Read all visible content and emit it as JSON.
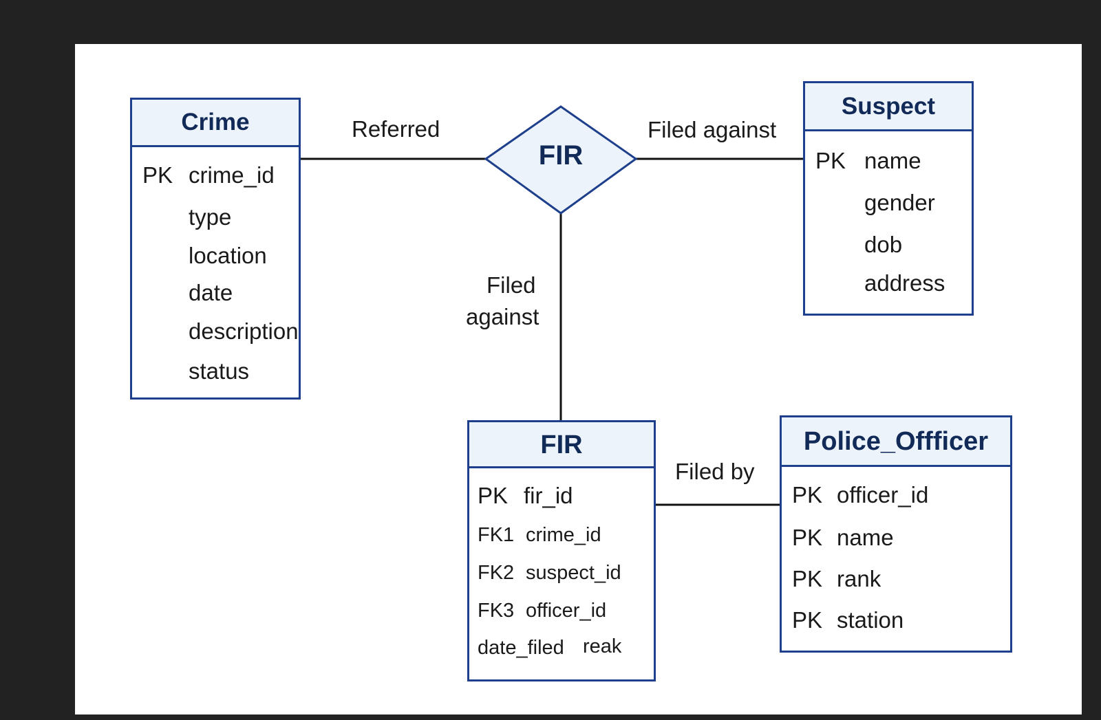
{
  "diagram": {
    "relationship": {
      "name": "FIR",
      "labels": {
        "crime_link": "Referred",
        "suspect_link": "Filed against",
        "fir_link_line1": "Filed",
        "fir_link_line2": "against",
        "officer_link": "Filed by"
      }
    },
    "entities": {
      "crime": {
        "title": "Crime",
        "attributes": [
          {
            "key": "PK",
            "name": "crime_id"
          },
          {
            "key": "",
            "name": "type"
          },
          {
            "key": "",
            "name": "location"
          },
          {
            "key": "",
            "name": "date"
          },
          {
            "key": "",
            "name": "description"
          },
          {
            "key": "",
            "name": "status"
          }
        ]
      },
      "suspect": {
        "title": "Suspect",
        "attributes": [
          {
            "key": "PK",
            "name": "name"
          },
          {
            "key": "",
            "name": "gender"
          },
          {
            "key": "",
            "name": "dob"
          },
          {
            "key": "",
            "name": "address"
          }
        ]
      },
      "fir": {
        "title": "FIR",
        "attributes": [
          {
            "key": "PK",
            "name": "fir_id"
          },
          {
            "key": "FK1",
            "name": "crime_id"
          },
          {
            "key": "FK2",
            "name": "suspect_id"
          },
          {
            "key": "FK3",
            "name": "officer_id"
          },
          {
            "key": "date_filed",
            "name": "reak"
          }
        ]
      },
      "officer": {
        "title": "Police_Offficer",
        "attributes": [
          {
            "key": "PK",
            "name": "officer_id"
          },
          {
            "key": "PK",
            "name": "name"
          },
          {
            "key": "PK",
            "name": "rank"
          },
          {
            "key": "PK",
            "name": "station"
          }
        ]
      }
    },
    "colors": {
      "border": "#1e3f8c",
      "header_fill": "#edf3fb",
      "title_text": "#112a57",
      "background": "#ffffff",
      "frame": "#222222"
    }
  }
}
